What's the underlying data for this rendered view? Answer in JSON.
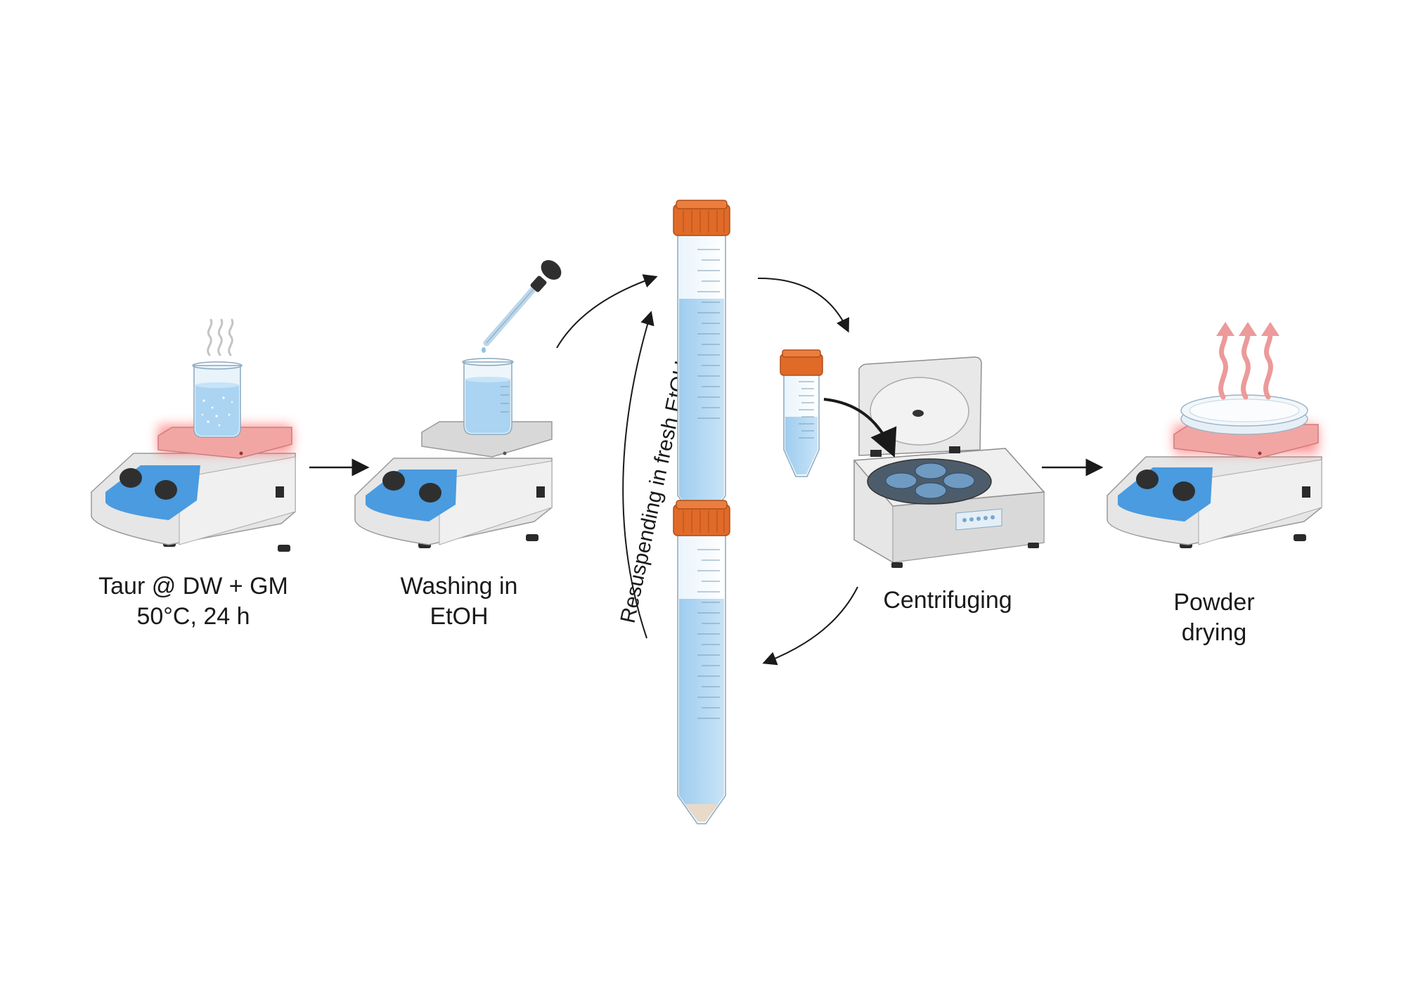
{
  "steps": [
    {
      "id": "synthesis",
      "line1": "Taur @ DW + GM",
      "line2": "50°C, 24 h"
    },
    {
      "id": "washing",
      "line1": "Washing in",
      "line2": "EtOH"
    },
    {
      "id": "centrifuging",
      "line1": "Centrifuging",
      "line2": ""
    },
    {
      "id": "drying",
      "line1": "Powder",
      "line2": "drying"
    }
  ],
  "cycle_label": "Resuspending in fresh EtOH",
  "colors": {
    "heated_plate": "#f2a6a4",
    "plate_glow": "#ff4d4d",
    "panel_blue": "#4a9be0",
    "liquid": "#aad4f2",
    "cap_orange": "#e06a28",
    "body_gray": "#e6e6e6",
    "knob": "#2f2f2f",
    "arrow": "#1a1a1a",
    "steam_red": "#ec9a9a"
  }
}
